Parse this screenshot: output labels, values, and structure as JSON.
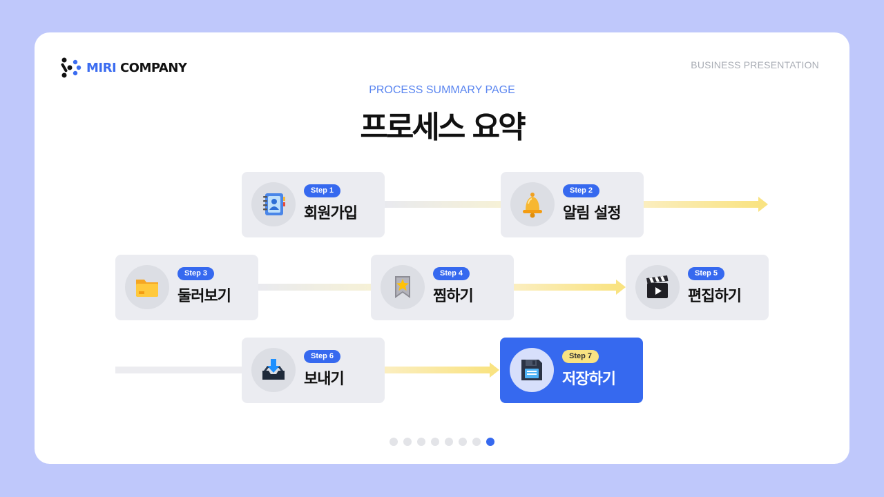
{
  "header": {
    "logo_brand": "MIRI",
    "logo_name": "COMPANY",
    "right_label": "BUSINESS PRESENTATION"
  },
  "subtitle": "PROCESS SUMMARY PAGE",
  "title": "프로세스 요약",
  "steps": [
    {
      "badge": "Step 1",
      "label": "회원가입",
      "icon": "contact-book-icon"
    },
    {
      "badge": "Step 2",
      "label": "알림 설정",
      "icon": "bell-icon"
    },
    {
      "badge": "Step 3",
      "label": "둘러보기",
      "icon": "folder-icon"
    },
    {
      "badge": "Step 4",
      "label": "찜하기",
      "icon": "bookmark-star-icon"
    },
    {
      "badge": "Step 5",
      "label": "편집하기",
      "icon": "clapperboard-icon"
    },
    {
      "badge": "Step 6",
      "label": "보내기",
      "icon": "inbox-download-icon"
    },
    {
      "badge": "Step 7",
      "label": "저장하기",
      "icon": "floppy-disk-icon"
    }
  ],
  "active_step": 7,
  "pagination": {
    "total": 8,
    "current": 8
  },
  "colors": {
    "background": "#bfc8fb",
    "accent": "#3669ef",
    "highlight": "#f9e382",
    "card_bg": "#ebecf1"
  }
}
